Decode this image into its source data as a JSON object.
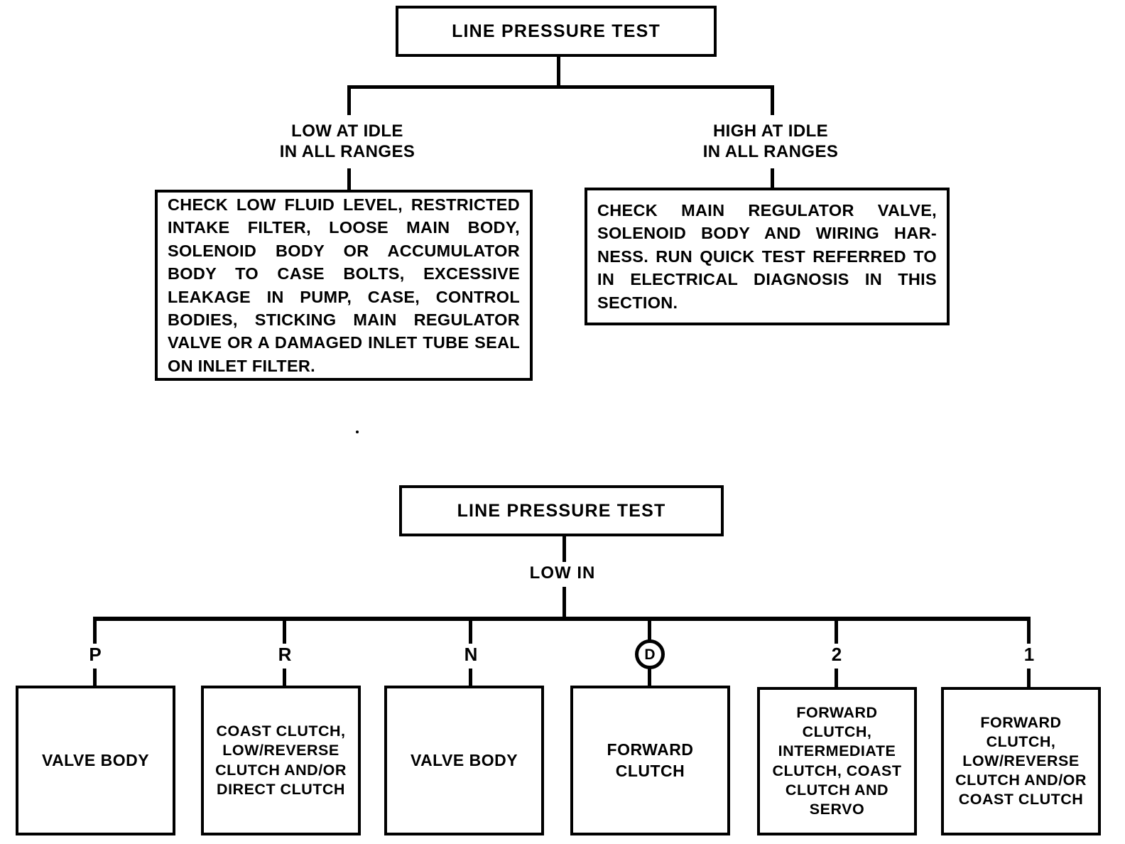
{
  "diagram": {
    "title": "LINE PRESSURE TEST diagnostic flowcharts",
    "line_color": "#000000",
    "background_color": "#ffffff"
  },
  "chart_data": {
    "type": "diagram",
    "title": "Line Pressure Test Diagnosis",
    "charts": [
      {
        "root": "LINE PRESSURE TEST",
        "branches": [
          {
            "condition": "LOW AT IDLE\nIN ALL RANGES",
            "result": "CHECK LOW FLUID LEVEL, RESTRICTED INTAKE FILTER, LOOSE MAIN BODY, SOLENOID BODY OR ACCUMULATOR BODY TO CASE BOLTS, EXCESSIVE LEAKAGE IN PUMP, CASE, CONTROL BODIES, STICKING MAIN REGULATOR VALVE OR A DAMAGED INLET TUBE SEAL ON INLET FILTER."
          },
          {
            "condition": "HIGH AT IDLE\nIN ALL RANGES",
            "result": "CHECK MAIN REGULATOR VALVE, SOLENOID BODY AND WIRING HARNESS. RUN QUICK TEST REFERRED TO IN ELECTRICAL DIAGNOSIS IN THIS SECTION."
          }
        ]
      },
      {
        "root": "LINE PRESSURE TEST",
        "condition": "LOW IN",
        "branches": [
          {
            "gear": "P",
            "circled": false,
            "result": "VALVE BODY"
          },
          {
            "gear": "R",
            "circled": false,
            "result": "COAST CLUTCH,\nLOW/REVERSE\nCLUTCH AND/OR\nDIRECT CLUTCH"
          },
          {
            "gear": "N",
            "circled": false,
            "result": "VALVE BODY"
          },
          {
            "gear": "D",
            "circled": true,
            "result": "FORWARD\nCLUTCH"
          },
          {
            "gear": "2",
            "circled": false,
            "result": "FORWARD\nCLUTCH,\nINTERMEDIATE\nCLUTCH, COAST\nCLUTCH AND\nSERVO"
          },
          {
            "gear": "1",
            "circled": false,
            "result": "FORWARD\nCLUTCH,\nLOW/REVERSE\nCLUTCH AND/OR\nCOAST CLUTCH"
          }
        ]
      }
    ]
  },
  "chart1": {
    "root_label": "LINE PRESSURE TEST",
    "branch_left_label": "LOW AT IDLE\nIN ALL RANGES",
    "branch_right_label": "HIGH AT IDLE\nIN ALL RANGES",
    "box_left_text": "CHECK LOW FLUID LEVEL, RESTRICTED INTAKE FILTER, LOOSE MAIN BODY, SOLENOID BODY OR ACCUMULATOR BODY TO CASE BOLTS, EXCESSIVE LEAKAGE IN PUMP, CASE, CONTROL BODIES, STICKING MAIN REGULATOR VALVE OR A DAMAGED INLET TUBE SEAL ON INLET FILTER.",
    "box_right_text": "CHECK MAIN REGULATOR VALVE, SOLENOID BODY AND WIRING HAR-NESS. RUN QUICK TEST REFERRED TO IN ELECTRICAL DIAGNOSIS IN THIS SECTION."
  },
  "chart2": {
    "root_label": "LINE PRESSURE TEST",
    "condition_label": "LOW IN",
    "gears": [
      "P",
      "R",
      "N",
      "D",
      "2",
      "1"
    ],
    "results": [
      "VALVE BODY",
      "COAST CLUTCH,\nLOW/REVERSE\nCLUTCH AND/OR\nDIRECT CLUTCH",
      "VALVE BODY",
      "FORWARD\nCLUTCH",
      "FORWARD\nCLUTCH,\nINTERMEDIATE\nCLUTCH, COAST\nCLUTCH AND\nSERVO",
      "FORWARD\nCLUTCH,\nLOW/REVERSE\nCLUTCH AND/OR\nCOAST CLUTCH"
    ]
  }
}
